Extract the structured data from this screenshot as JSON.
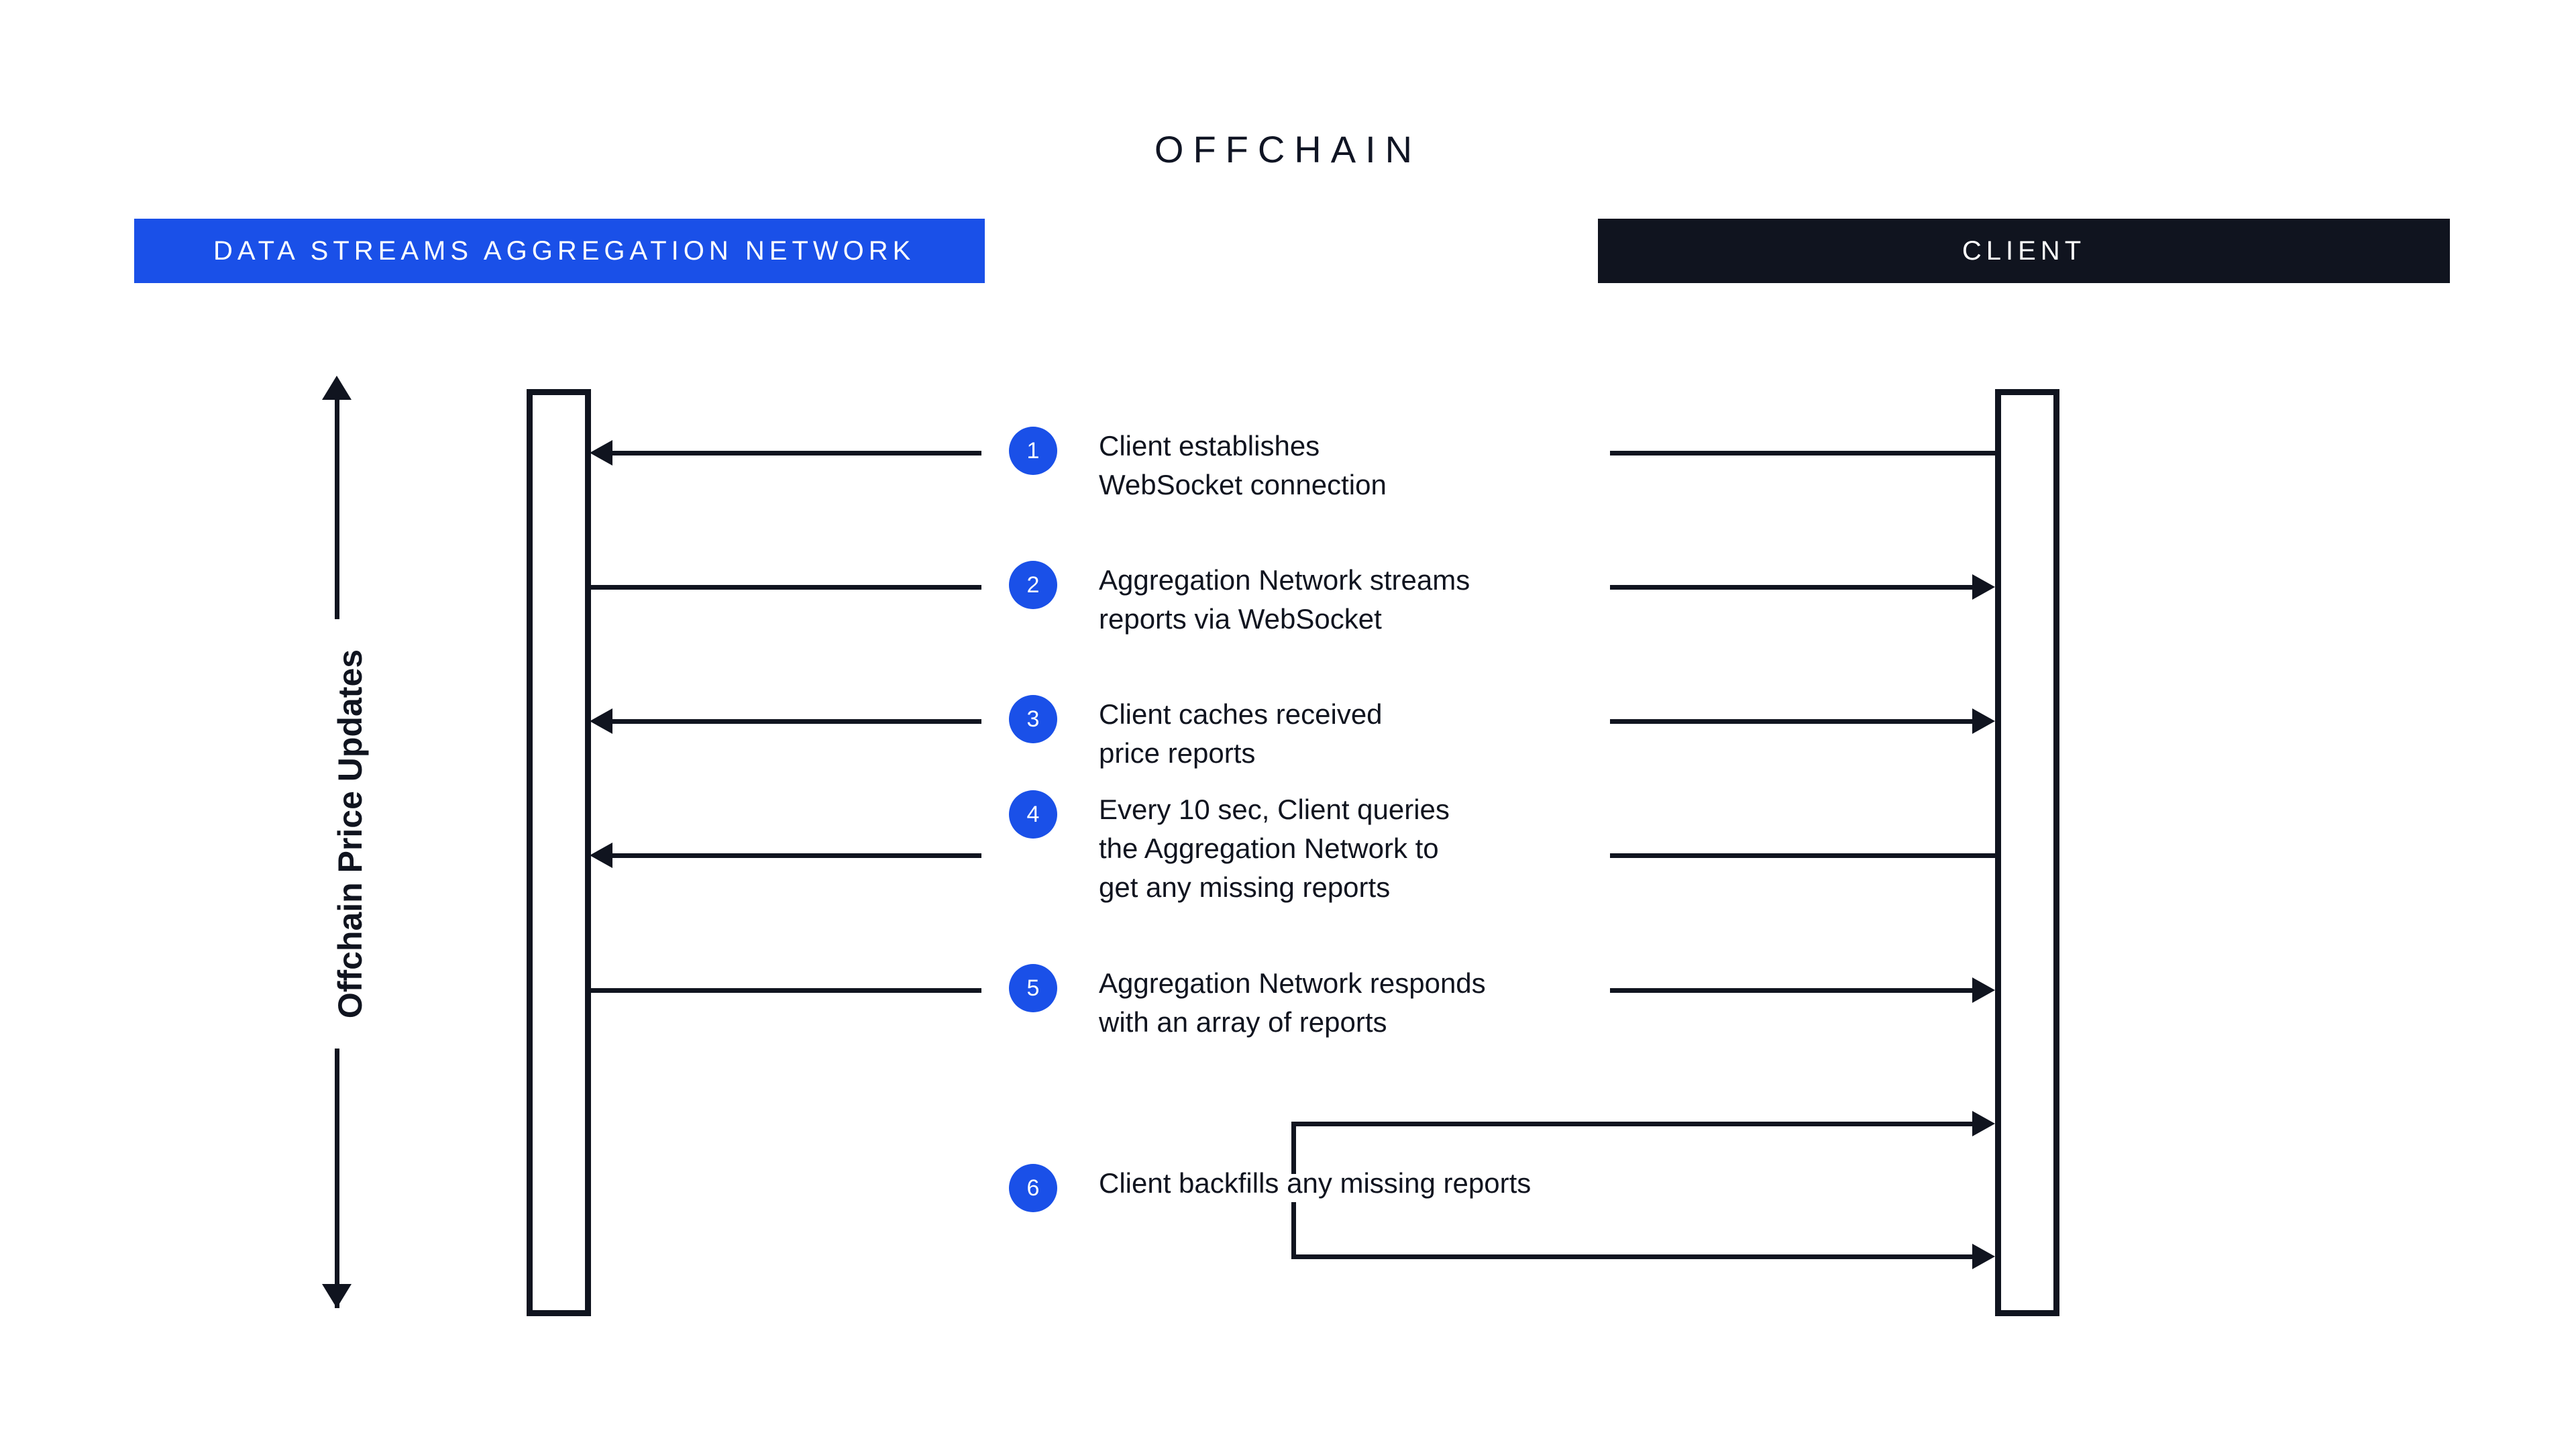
{
  "diagram": {
    "title": "OFFCHAIN",
    "axis_label": "Offchain Price Updates",
    "lanes": {
      "left": {
        "title": "DATA STREAMS AGGREGATION NETWORK",
        "color": "#1A50E8"
      },
      "right": {
        "title": "CLIENT",
        "color": "#10141F"
      }
    },
    "accent_color": "#1A50E8",
    "ink_color": "#10141F",
    "steps": [
      {
        "number": "1",
        "text": "Client establishes\nWebSocket connection"
      },
      {
        "number": "2",
        "text": "Aggregation Network streams\nreports via WebSocket"
      },
      {
        "number": "3",
        "text": "Client caches received\nprice reports"
      },
      {
        "number": "4",
        "text": "Every 10 sec, Client queries\nthe Aggregation Network to\nget any missing reports"
      },
      {
        "number": "5",
        "text": "Aggregation Network responds\nwith an array of reports"
      },
      {
        "number": "6",
        "text": "Client backfills any missing reports"
      }
    ]
  }
}
